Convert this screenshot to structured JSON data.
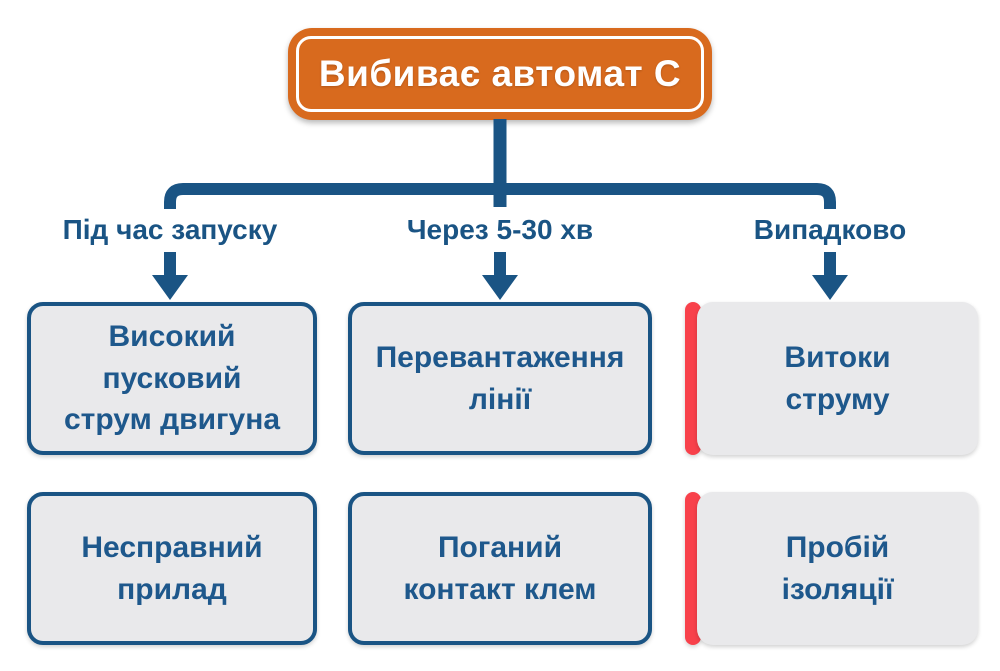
{
  "title": "Вибиває автомат C",
  "branches": [
    {
      "label": "Під час запуску",
      "accent": false,
      "causes": [
        {
          "text": "Високий\nпусковий\nструм двигуна"
        },
        {
          "text": "Несправний\nприлад"
        }
      ]
    },
    {
      "label": "Через 5-30 хв",
      "accent": false,
      "causes": [
        {
          "text": "Перевантаження\nлінії"
        },
        {
          "text": "Поганий\nконтакт клем"
        }
      ]
    },
    {
      "label": "Випадково",
      "accent": true,
      "causes": [
        {
          "text": "Витоки\nструму"
        },
        {
          "text": "Пробій\nізоляції"
        }
      ]
    }
  ],
  "colors": {
    "orange": "#d86a1e",
    "blue": "#1a5484",
    "text_blue": "#1e588c",
    "red": "#f8414b",
    "box_bg": "#e9e9eb"
  }
}
